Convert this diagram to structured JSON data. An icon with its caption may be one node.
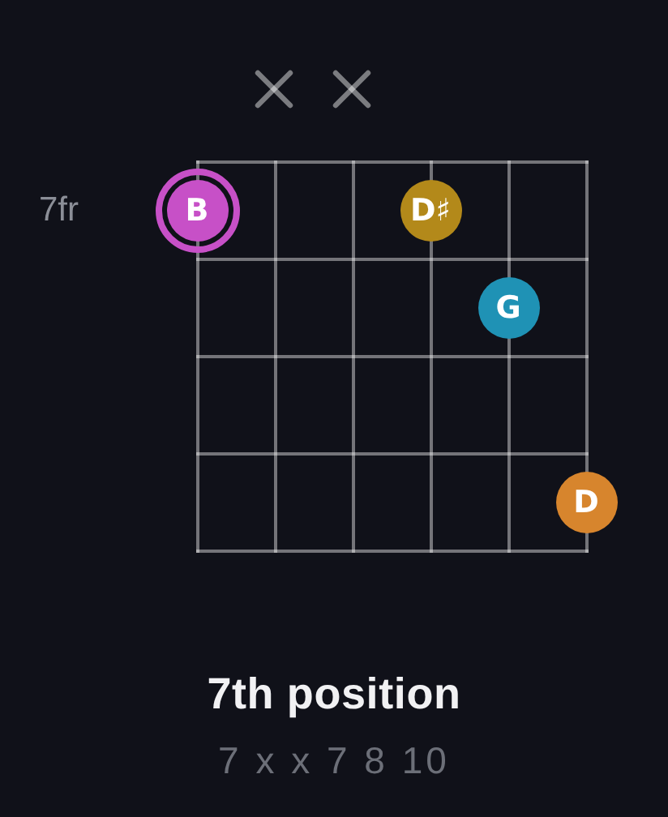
{
  "diagram": {
    "title": "7th position",
    "caption": "7 x x 7 8 10",
    "nodes": [
      {
        "text": [
          "B"
        ]
      },
      {
        "text": [
          "D♯"
        ]
      },
      {
        "text": [
          "G"
        ]
      },
      {
        "text": [
          "D"
        ]
      }
    ],
    "labels": [
      "7fr"
    ]
  }
}
